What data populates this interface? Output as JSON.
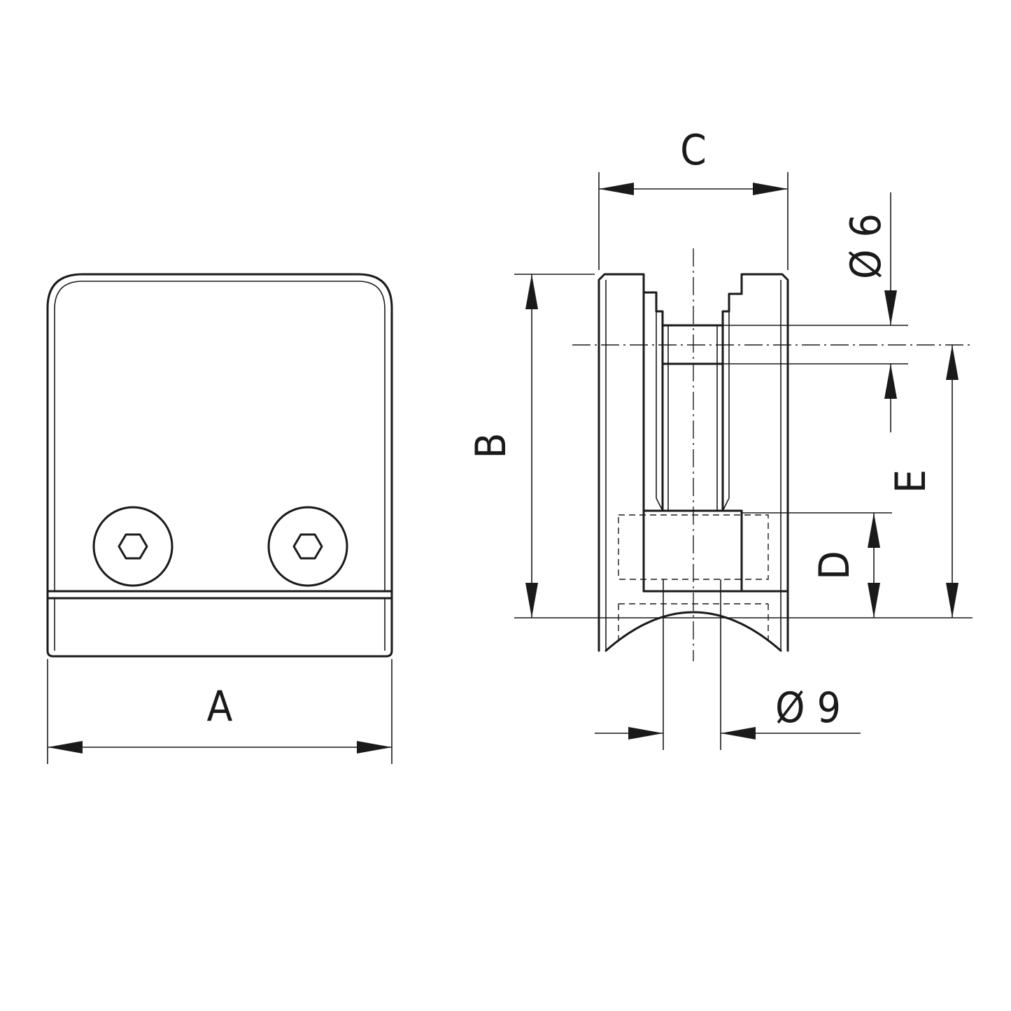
{
  "dimensions": {
    "a": "A",
    "b": "B",
    "c": "C",
    "d": "D",
    "e": "E",
    "hole_diameter": "Ø 6",
    "pin_diameter": "Ø 9"
  },
  "colors": {
    "line": "#1a1a1a",
    "background": "#ffffff"
  }
}
